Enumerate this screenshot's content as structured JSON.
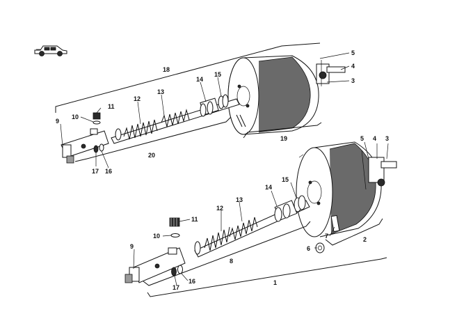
{
  "diagram": {
    "upper_assembly": {
      "labels": {
        "l18": "18",
        "l5": "5",
        "l4": "4",
        "l3": "3",
        "l15": "15",
        "l14": "14",
        "l13": "13",
        "l12": "12",
        "l11": "11",
        "l10": "10",
        "l9": "9",
        "l17": "17",
        "l16": "16",
        "l20": "20",
        "l19": "19"
      }
    },
    "lower_assembly": {
      "labels": {
        "l5": "5",
        "l4": "4",
        "l3": "3",
        "l15": "15",
        "l14": "14",
        "l13": "13",
        "l12": "12",
        "l11": "11",
        "l10": "10",
        "l9": "9",
        "l7": "7",
        "l6": "6",
        "l2": "2",
        "l8": "8",
        "l17": "17",
        "l16": "16",
        "l1": "1"
      }
    },
    "icons": [
      "car-icon"
    ]
  }
}
